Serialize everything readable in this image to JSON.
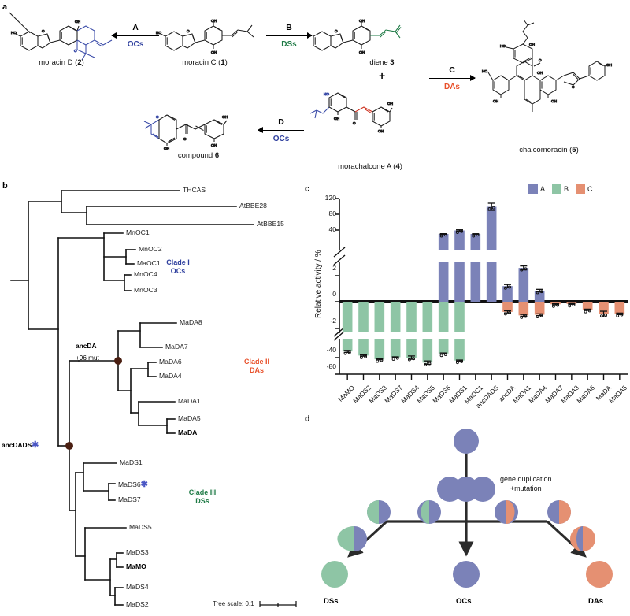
{
  "panels": {
    "a": "a",
    "b": "b",
    "c": "c",
    "d": "d"
  },
  "colors": {
    "A": "#7b82b8",
    "B": "#8ec5a5",
    "C": "#e59072",
    "blue_text": "#2e3f9e",
    "green_text": "#1e7a45",
    "orange_text": "#e8502a",
    "node_dot": "#4a1f12"
  },
  "scheme": {
    "compounds": [
      {
        "id": "moracinD",
        "name": "moracin D (",
        "num": "2",
        "tail": ")"
      },
      {
        "id": "moracinC",
        "name": "moracin C (",
        "num": "1",
        "tail": ")"
      },
      {
        "id": "diene3",
        "name": "diene ",
        "num": "3",
        "tail": ""
      },
      {
        "id": "chalcomoracin",
        "name": "chalcomoracin (",
        "num": "5",
        "tail": ")"
      },
      {
        "id": "compound6",
        "name": "compound ",
        "num": "6",
        "tail": ""
      },
      {
        "id": "morachalconeA",
        "name": "morachalcone A (",
        "num": "4",
        "tail": ")"
      }
    ],
    "plus": "+",
    "reactions": [
      {
        "id": "rxnA",
        "letter": "A",
        "enzyme": "OCs",
        "enzyme_color": "blue",
        "direction": "left"
      },
      {
        "id": "rxnB",
        "letter": "B",
        "enzyme": "DSs",
        "enzyme_color": "green",
        "direction": "right"
      },
      {
        "id": "rxnC",
        "letter": "C",
        "enzyme": "DAs",
        "enzyme_color": "orange",
        "direction": "right"
      },
      {
        "id": "rxnD",
        "letter": "D",
        "enzyme": "OCs",
        "enzyme_color": "blue",
        "direction": "left"
      }
    ]
  },
  "tree": {
    "tips": [
      {
        "label": "THCAS",
        "bold": false,
        "star": false
      },
      {
        "label": "AtBBE28",
        "bold": false,
        "star": false
      },
      {
        "label": "AtBBE15",
        "bold": false,
        "star": false
      },
      {
        "label": "MnOC1",
        "bold": false,
        "star": false
      },
      {
        "label": "MnOC2",
        "bold": false,
        "star": false
      },
      {
        "label": "MaOC1",
        "bold": false,
        "star": false
      },
      {
        "label": "MnOC4",
        "bold": false,
        "star": false
      },
      {
        "label": "MnOC3",
        "bold": false,
        "star": false
      },
      {
        "label": "MaDA8",
        "bold": false,
        "star": false
      },
      {
        "label": "MaDA7",
        "bold": false,
        "star": false
      },
      {
        "label": "MaDA6",
        "bold": false,
        "star": false
      },
      {
        "label": "MaDA4",
        "bold": false,
        "star": false
      },
      {
        "label": "MaDA1",
        "bold": false,
        "star": false
      },
      {
        "label": "MaDA5",
        "bold": false,
        "star": false
      },
      {
        "label": "MaDA",
        "bold": true,
        "star": false
      },
      {
        "label": "MaDS1",
        "bold": false,
        "star": false
      },
      {
        "label": "MaDS6",
        "bold": false,
        "star": true
      },
      {
        "label": "MaDS7",
        "bold": false,
        "star": false
      },
      {
        "label": "MaDS5",
        "bold": false,
        "star": false
      },
      {
        "label": "MaDS3",
        "bold": false,
        "star": false
      },
      {
        "label": "MaMO",
        "bold": true,
        "star": false
      },
      {
        "label": "MaDS4",
        "bold": false,
        "star": false
      },
      {
        "label": "MaDS2",
        "bold": false,
        "star": false
      }
    ],
    "clades": [
      {
        "id": "clade1",
        "line1": "Clade I",
        "line2": "OCs",
        "color": "blue"
      },
      {
        "id": "clade2",
        "line1": "Clade II",
        "line2": "DAs",
        "color": "orange"
      },
      {
        "id": "clade3",
        "line1": "Clade III",
        "line2": "DSs",
        "color": "green"
      }
    ],
    "nodes": [
      {
        "id": "ancDA",
        "label": "ancDA",
        "sub": "+96 mut",
        "star": false
      },
      {
        "id": "ancDADS",
        "label": "ancDADS",
        "sub": "",
        "star": true
      }
    ],
    "scale_text": "Tree scale: 0.1",
    "star_glyph": "✱"
  },
  "chart_data": {
    "type": "bar",
    "title": "",
    "xlabel": "",
    "ylabel": "Relative activity / %",
    "legend": [
      {
        "name": "A",
        "color": "#7b82b8"
      },
      {
        "name": "B",
        "color": "#8ec5a5"
      },
      {
        "name": "C",
        "color": "#e59072"
      }
    ],
    "legend_position": "top-right",
    "grid": false,
    "broken_axis": true,
    "ytick_labels": [
      "120",
      "80",
      "40",
      "2",
      "0",
      "-2",
      "-40",
      "-80"
    ],
    "y_segments": [
      {
        "name": "top",
        "range": [
          30,
          120
        ]
      },
      {
        "name": "mid",
        "range": [
          -2.6,
          3.2
        ]
      },
      {
        "name": "bottom",
        "range": [
          -80,
          -25
        ]
      }
    ],
    "categories": [
      "MaMO",
      "MaDS2",
      "MaDS3",
      "MaDS7",
      "MaDS4",
      "MaDS5",
      "MaDS6",
      "MaDS1",
      "MaOC1",
      "ancDADS",
      "ancDA",
      "MaDA1",
      "MaDA4",
      "MaDA7",
      "MaDA8",
      "MaDA6",
      "MaDA",
      "MaDA5"
    ],
    "series": [
      {
        "name": "A",
        "color": "#7b82b8",
        "values": [
          null,
          null,
          null,
          null,
          null,
          null,
          30,
          39,
          30,
          99,
          1.2,
          2.6,
          0.85,
          null,
          null,
          null,
          null,
          null
        ],
        "errors": [
          null,
          null,
          null,
          null,
          null,
          null,
          0.7,
          1.6,
          0.6,
          9,
          0.12,
          0.15,
          0.1,
          null,
          null,
          null,
          null,
          null
        ]
      },
      {
        "name": "B",
        "color": "#8ec5a5",
        "values": [
          -55,
          -45,
          -36,
          -41,
          -40,
          -28,
          -50,
          -33,
          null,
          null,
          null,
          null,
          null,
          null,
          null,
          null,
          null,
          null
        ],
        "errors": [
          2.5,
          1.5,
          1.2,
          1.0,
          4.0,
          4.0,
          1.2,
          1.2,
          null,
          null,
          null,
          null,
          null,
          null,
          null,
          null,
          null,
          null
        ]
      },
      {
        "name": "C",
        "color": "#e59072",
        "values": [
          null,
          null,
          null,
          null,
          null,
          null,
          null,
          null,
          null,
          null,
          -0.78,
          -1.05,
          -1.0,
          -0.2,
          -0.17,
          -0.62,
          -0.95,
          -0.93
        ],
        "errors": [
          null,
          null,
          null,
          null,
          null,
          null,
          null,
          null,
          null,
          null,
          0.08,
          0.07,
          0.07,
          0.04,
          0.03,
          0.05,
          0.22,
          0.06
        ]
      }
    ]
  },
  "evolution": {
    "endpoints": [
      {
        "id": "ds-endpoint",
        "label": "DSs"
      },
      {
        "id": "oc-endpoint",
        "label": "OCs"
      },
      {
        "id": "da-endpoint",
        "label": "DAs"
      }
    ],
    "note_line1": "gene duplication",
    "note_line2": "+mutation"
  }
}
